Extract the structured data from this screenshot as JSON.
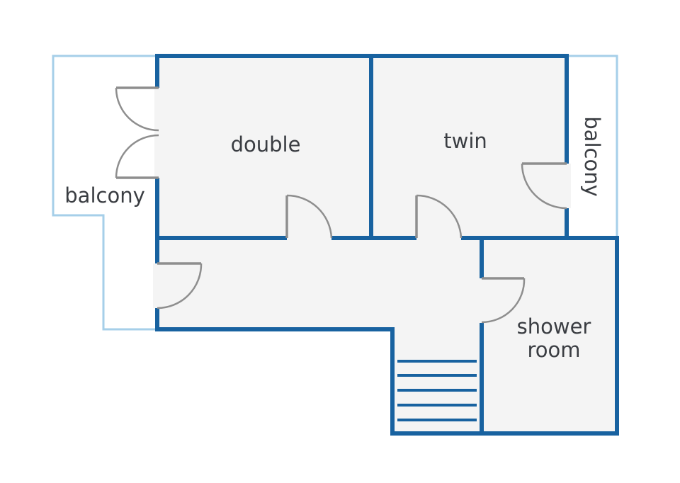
{
  "rooms": {
    "double": "double",
    "twin": "twin",
    "balcony_left": "balcony",
    "balcony_right": "balcony",
    "shower_line1": "shower",
    "shower_line2": "room"
  },
  "colors": {
    "wall": "#1862a0",
    "balcony_outline": "#a6cfe9",
    "floor": "#f4f4f4",
    "door": "#8e8e8e",
    "label": "#3a3d42"
  }
}
